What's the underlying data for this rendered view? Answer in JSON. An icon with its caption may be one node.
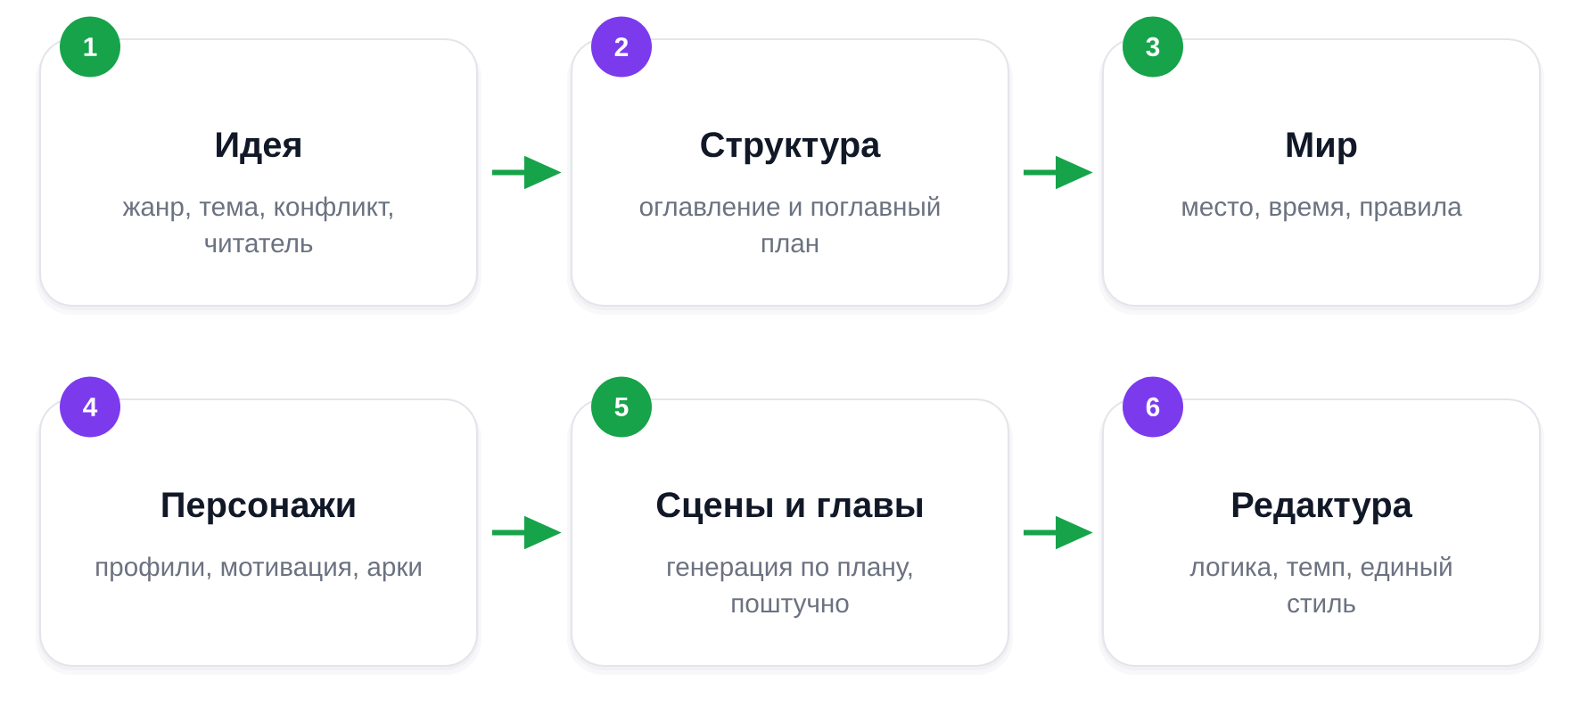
{
  "diagram": {
    "nodes": [
      {
        "text": [
          "1"
        ]
      },
      {
        "text": [
          "Идея",
          "жанр, тема, конфликт, читатель"
        ]
      },
      {
        "text": [
          "2"
        ]
      },
      {
        "text": [
          "Структура",
          "оглавление и поглавный план"
        ]
      },
      {
        "text": [
          "3"
        ]
      },
      {
        "text": [
          "Мир",
          "место, время, правила"
        ]
      },
      {
        "text": [
          "4"
        ]
      },
      {
        "text": [
          "Персонажи",
          "профили, мотивация, арки"
        ]
      },
      {
        "text": [
          "5"
        ]
      },
      {
        "text": [
          "Сцены и главы",
          "генерация по плану, поштучно"
        ]
      },
      {
        "text": [
          "6"
        ]
      },
      {
        "text": [
          "Редактура",
          "логика, темп, единый стиль"
        ]
      }
    ],
    "edges": [
      {
        "from": 1,
        "to": 3,
        "arrow": "to"
      },
      {
        "from": 3,
        "to": 5,
        "arrow": "to"
      },
      {
        "from": 7,
        "to": 9,
        "arrow": "to"
      },
      {
        "from": 9,
        "to": 11,
        "arrow": "to"
      }
    ]
  }
}
